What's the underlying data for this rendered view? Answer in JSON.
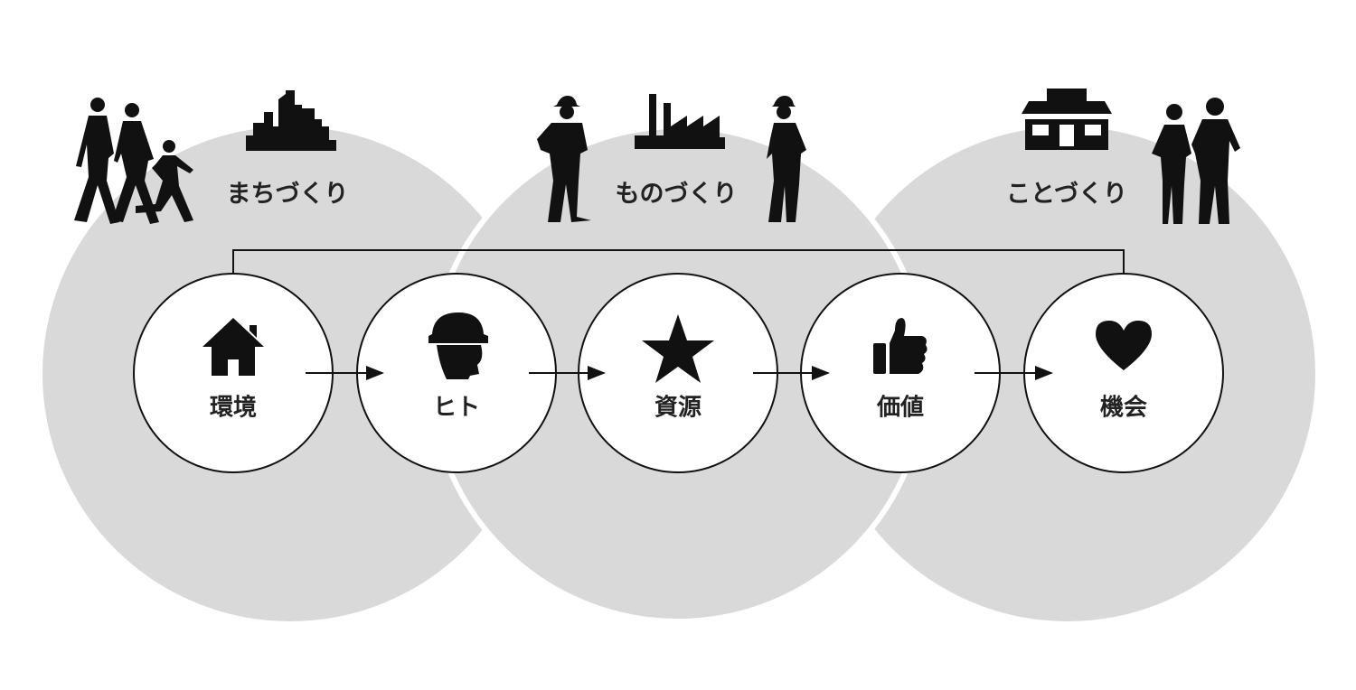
{
  "zones": [
    {
      "label": "まちづくり"
    },
    {
      "label": "ものづくり"
    },
    {
      "label": "ことづくり"
    }
  ],
  "nodes": [
    {
      "label": "環境",
      "icon": "house-icon"
    },
    {
      "label": "ヒト",
      "icon": "hardhat-head-icon"
    },
    {
      "label": "資源",
      "icon": "star-icon"
    },
    {
      "label": "価値",
      "icon": "thumbs-up-icon"
    },
    {
      "label": "機会",
      "icon": "heart-icon"
    }
  ],
  "colors": {
    "zone_fill": "#d9d9d9",
    "ink": "#111111"
  }
}
